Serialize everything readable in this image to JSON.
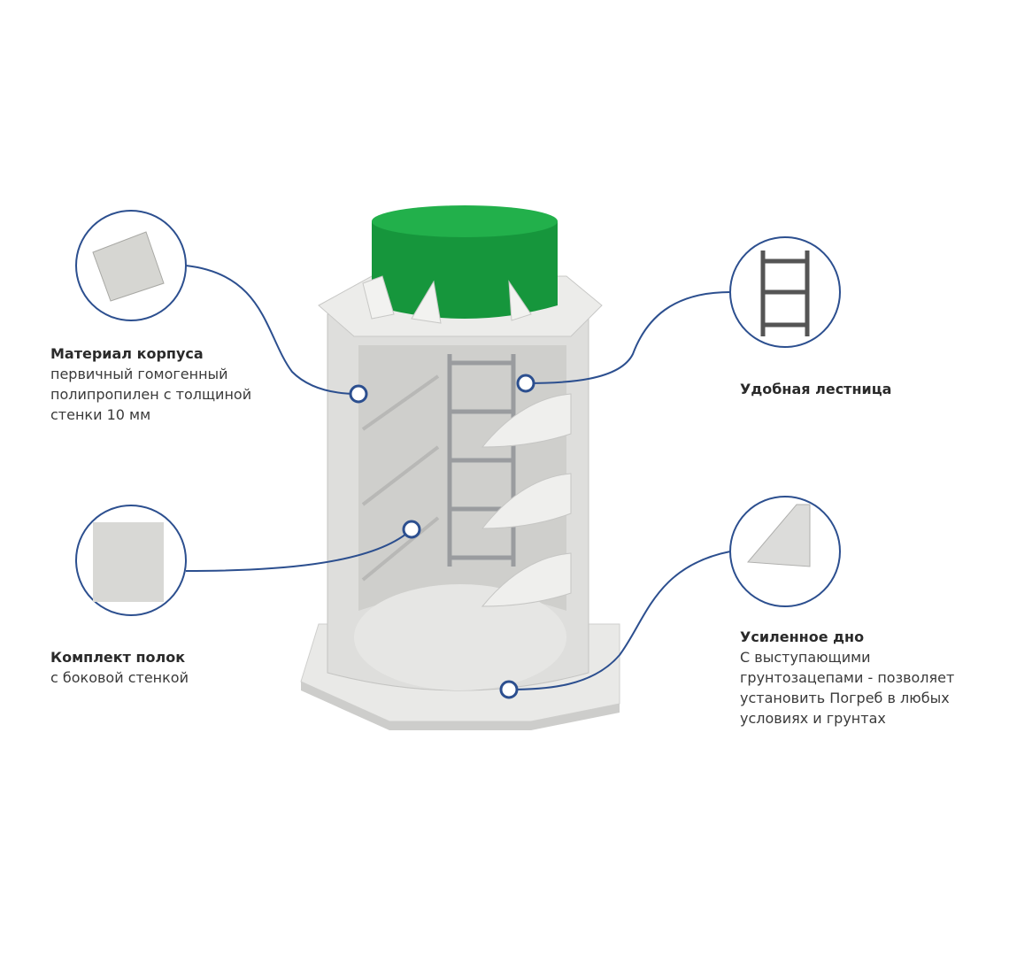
{
  "callouts": {
    "material": {
      "title": "Материал корпуса",
      "lines": [
        "первичный гомогенный",
        "полипропилен с толщиной",
        "стенки 10 мм"
      ]
    },
    "shelves": {
      "title": "Комплект полок",
      "lines": [
        "с боковой стенкой"
      ]
    },
    "ladder": {
      "title": "Удобная лестница"
    },
    "bottom": {
      "title": "Усиленное дно",
      "lines": [
        "С выступающими",
        "грунтозацепами - позволяет",
        "установить Погреб в любых",
        "условиях и грунтах"
      ]
    }
  },
  "colors": {
    "accent_line": "#2c4f8f",
    "lid_green": "#1a9a3e",
    "body_gray": "#e4e4e2"
  }
}
